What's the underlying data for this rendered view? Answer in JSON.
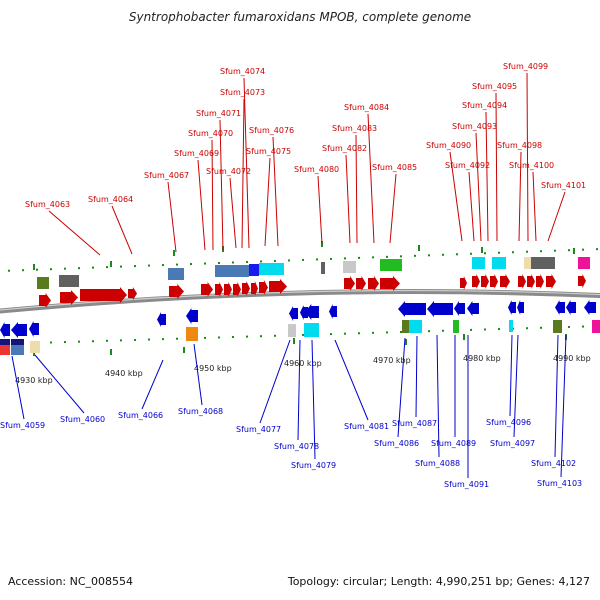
{
  "title": "Syntrophobacter fumaroxidans MPOB, complete genome",
  "footer": {
    "accession": "Accession: NC_008554",
    "summary": "Topology: circular; Length: 4,990,251 bp; Genes: 4,127"
  },
  "colors": {
    "forward": "#cc0000",
    "reverse": "#0000cc",
    "backbone": "#8a8a8a",
    "tick": "#1a8a1a"
  },
  "kbp_labels": [
    "4930 kbp",
    "4940 kbp",
    "4950 kbp",
    "4960 kbp",
    "4970 kbp",
    "4980 kbp",
    "4990 kbp"
  ],
  "forward_genes": [
    "Sfum_4063",
    "Sfum_4064",
    "Sfum_4067",
    "Sfum_4069",
    "Sfum_4070",
    "Sfum_4071",
    "Sfum_4072",
    "Sfum_4073",
    "Sfum_4074",
    "Sfum_4075",
    "Sfum_4076",
    "Sfum_4080",
    "Sfum_4082",
    "Sfum_4083",
    "Sfum_4084",
    "Sfum_4085",
    "Sfum_4090",
    "Sfum_4092",
    "Sfum_4093",
    "Sfum_4094",
    "Sfum_4095",
    "Sfum_4098",
    "Sfum_4099",
    "Sfum_4100",
    "Sfum_4101"
  ],
  "reverse_genes": [
    "Sfum_4059",
    "Sfum_4060",
    "Sfum_4066",
    "Sfum_4068",
    "Sfum_4077",
    "Sfum_4078",
    "Sfum_4079",
    "Sfum_4081",
    "Sfum_4086",
    "Sfum_4087",
    "Sfum_4088",
    "Sfum_4089",
    "Sfum_4091",
    "Sfum_4096",
    "Sfum_4097",
    "Sfum_4102",
    "Sfum_4103"
  ]
}
